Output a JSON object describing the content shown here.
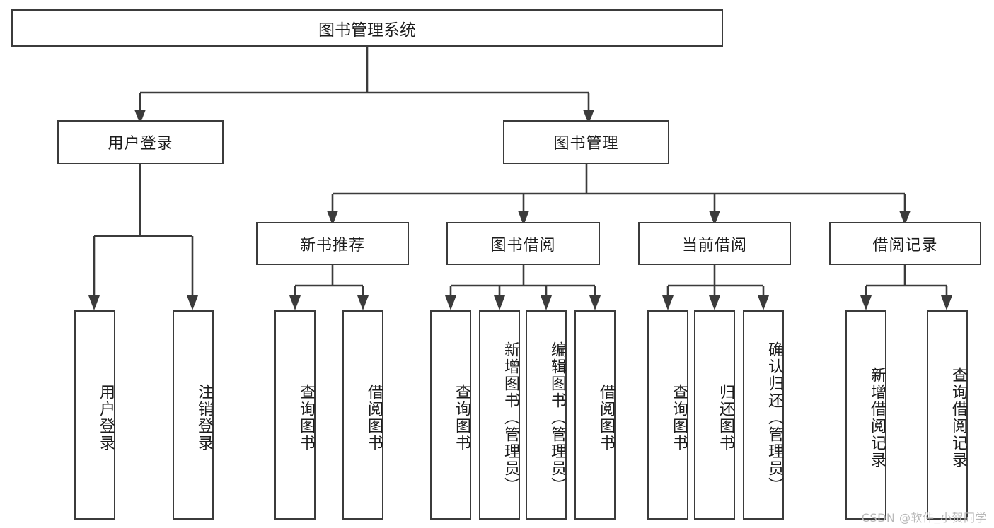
{
  "diagram": {
    "title": "图书管理系统",
    "type": "hierarchy-tree",
    "root": {
      "label": "图书管理系统"
    },
    "level2": [
      {
        "label": "用户登录"
      },
      {
        "label": "图书管理"
      }
    ],
    "level3": [
      {
        "label": "新书推荐"
      },
      {
        "label": "图书借阅"
      },
      {
        "label": "当前借阅"
      },
      {
        "label": "借阅记录"
      }
    ],
    "leaves": {
      "user_login": [
        {
          "label": "用户登录"
        },
        {
          "label": "注销登录"
        }
      ],
      "new_book_recommend": [
        {
          "label": "查询图书"
        },
        {
          "label": "借阅图书"
        }
      ],
      "book_borrow": [
        {
          "label": "查询图书"
        },
        {
          "label": "新增图书（管理员）"
        },
        {
          "label": "编辑图书（管理员）"
        },
        {
          "label": "借阅图书"
        }
      ],
      "current_borrow": [
        {
          "label": "查询图书"
        },
        {
          "label": "归还图书"
        },
        {
          "label": "确认归还（管理员）"
        }
      ],
      "borrow_record": [
        {
          "label": "新增借阅记录"
        },
        {
          "label": "查询借阅记录"
        }
      ]
    }
  },
  "watermark": {
    "text": "CSDN @软件_小贺同学"
  },
  "colors": {
    "box_border": "#3b3b3b",
    "box_fill": "#ffffff",
    "line": "#3b3b3b",
    "text": "#1c1c1c",
    "watermark": "#b9b9b9"
  }
}
